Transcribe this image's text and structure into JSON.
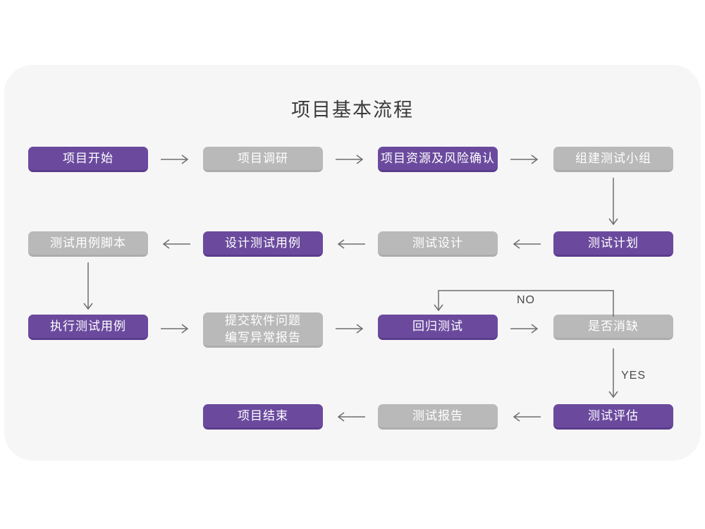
{
  "title": "项目基本流程",
  "decision_labels": {
    "no": "NO",
    "yes": "YES"
  },
  "colors": {
    "page_bg": "#ffffff",
    "card_bg": "#f6f6f7",
    "node_purple": "#6b4a9e",
    "node_purple_dark": "#5b3c8c",
    "node_gray": "#b9b9b9",
    "node_gray_dark": "#acacac",
    "node_text": "#ffffff",
    "arrow": "#6e6e6e",
    "title_text": "#3a3a3a"
  },
  "nodes": [
    {
      "label": "项目开始",
      "type": "purple"
    },
    {
      "label": "项目调研",
      "type": "gray"
    },
    {
      "label": "项目资源及风险确认",
      "type": "purple"
    },
    {
      "label": "组建测试小组",
      "type": "gray"
    },
    {
      "label": "测试计划",
      "type": "purple"
    },
    {
      "label": "测试设计",
      "type": "gray"
    },
    {
      "label": "设计测试用例",
      "type": "purple"
    },
    {
      "label": "测试用例脚本",
      "type": "gray"
    },
    {
      "label": "执行测试用例",
      "type": "purple"
    },
    {
      "label": "提交软件问题\n编写异常报告",
      "type": "gray"
    },
    {
      "label": "回归测试",
      "type": "purple"
    },
    {
      "label": "是否消缺",
      "type": "gray"
    },
    {
      "label": "测试评估",
      "type": "purple"
    },
    {
      "label": "测试报告",
      "type": "gray"
    },
    {
      "label": "项目结束",
      "type": "purple"
    }
  ],
  "edges": [
    {
      "from": "项目开始",
      "to": "项目调研"
    },
    {
      "from": "项目调研",
      "to": "项目资源及风险确认"
    },
    {
      "from": "项目资源及风险确认",
      "to": "组建测试小组"
    },
    {
      "from": "组建测试小组",
      "to": "测试计划"
    },
    {
      "from": "测试计划",
      "to": "测试设计"
    },
    {
      "from": "测试设计",
      "to": "设计测试用例"
    },
    {
      "from": "设计测试用例",
      "to": "测试用例脚本"
    },
    {
      "from": "测试用例脚本",
      "to": "执行测试用例"
    },
    {
      "from": "执行测试用例",
      "to": "提交软件问题 编写异常报告"
    },
    {
      "from": "提交软件问题 编写异常报告",
      "to": "回归测试"
    },
    {
      "from": "回归测试",
      "to": "是否消缺"
    },
    {
      "from": "是否消缺",
      "to": "回归测试",
      "label": "NO"
    },
    {
      "from": "是否消缺",
      "to": "测试评估",
      "label": "YES"
    },
    {
      "from": "测试评估",
      "to": "测试报告"
    },
    {
      "from": "测试报告",
      "to": "项目结束"
    }
  ]
}
